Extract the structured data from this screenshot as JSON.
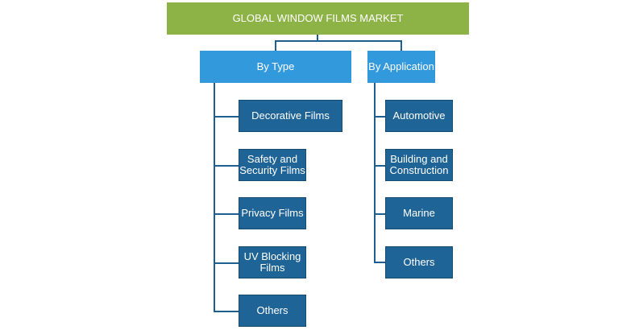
{
  "root": {
    "title": "GLOBAL WINDOW FILMS MARKET"
  },
  "branches": [
    {
      "label": "By Type",
      "items": [
        "Decorative Films",
        "Safety and Security Films",
        "Privacy Films",
        "UV Blocking Films",
        "Others"
      ]
    },
    {
      "label": "By Application",
      "items": [
        "Automotive",
        "Building and Construction",
        "Marine",
        "Others"
      ]
    }
  ],
  "colors": {
    "root": "#8db347",
    "category": "#3399dd",
    "leaf": "#1f6496",
    "connector": "#1f5f8f"
  }
}
